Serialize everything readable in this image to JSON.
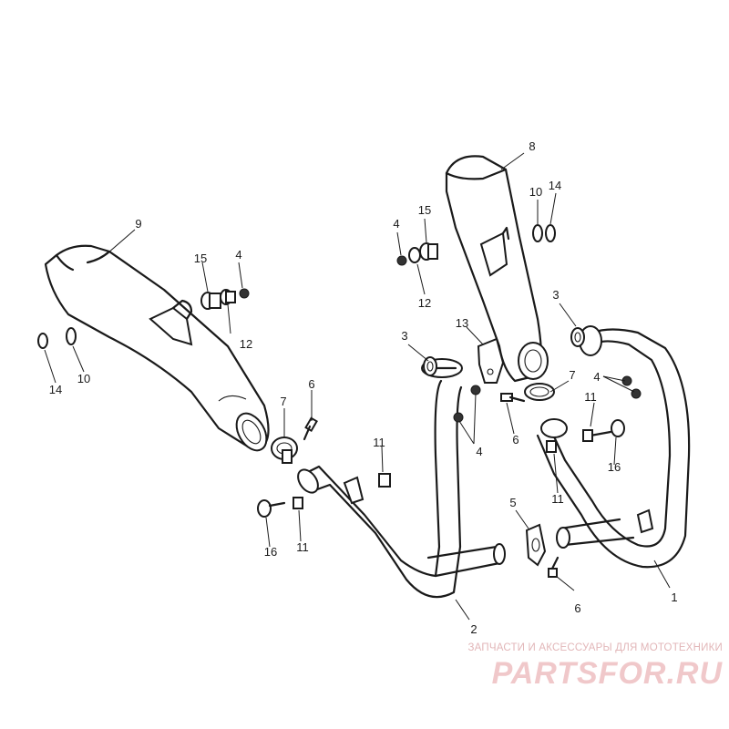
{
  "diagram": {
    "callouts": [
      {
        "id": "c1",
        "label": "1"
      },
      {
        "id": "c2",
        "label": "2"
      },
      {
        "id": "c3a",
        "label": "3"
      },
      {
        "id": "c3b",
        "label": "3"
      },
      {
        "id": "c4a",
        "label": "4"
      },
      {
        "id": "c4b",
        "label": "4"
      },
      {
        "id": "c4c",
        "label": "4"
      },
      {
        "id": "c4d",
        "label": "4"
      },
      {
        "id": "c5",
        "label": "5"
      },
      {
        "id": "c6a",
        "label": "6"
      },
      {
        "id": "c6b",
        "label": "6"
      },
      {
        "id": "c6c",
        "label": "6"
      },
      {
        "id": "c7a",
        "label": "7"
      },
      {
        "id": "c7b",
        "label": "7"
      },
      {
        "id": "c8",
        "label": "8"
      },
      {
        "id": "c9",
        "label": "9"
      },
      {
        "id": "c10a",
        "label": "10"
      },
      {
        "id": "c10b",
        "label": "10"
      },
      {
        "id": "c11a",
        "label": "11"
      },
      {
        "id": "c11b",
        "label": "11"
      },
      {
        "id": "c11c",
        "label": "11"
      },
      {
        "id": "c11d",
        "label": "11"
      },
      {
        "id": "c12a",
        "label": "12"
      },
      {
        "id": "c12b",
        "label": "12"
      },
      {
        "id": "c13",
        "label": "13"
      },
      {
        "id": "c14a",
        "label": "14"
      },
      {
        "id": "c14b",
        "label": "14"
      },
      {
        "id": "c15a",
        "label": "15"
      },
      {
        "id": "c15b",
        "label": "15"
      },
      {
        "id": "c16a",
        "label": "16"
      },
      {
        "id": "c16b",
        "label": "16"
      }
    ]
  },
  "watermark": {
    "tagline": "ЗАПЧАСТИ И АКСЕССУАРЫ ДЛЯ МОТОТЕХНИКИ",
    "logo_text": "PARTSFOR.RU",
    "color": "#f0c8ca"
  }
}
